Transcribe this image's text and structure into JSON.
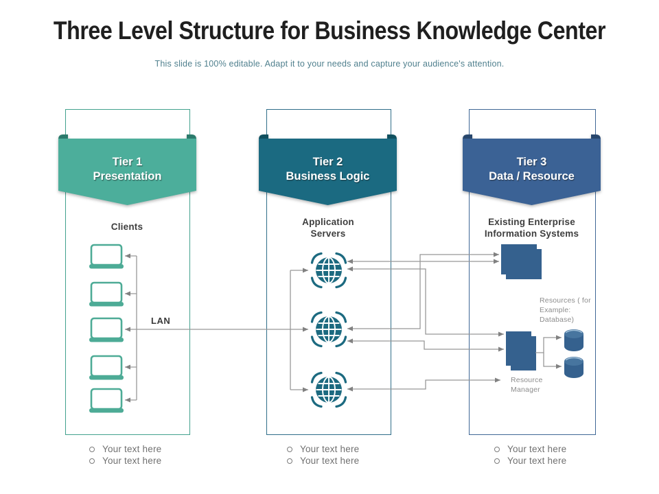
{
  "slide": {
    "title": "Three Level Structure for Business Knowledge Center",
    "subtitle": "This slide is 100% editable. Adapt it to your needs and capture your audience's attention."
  },
  "tiers": [
    {
      "id": "tier-1",
      "banner": {
        "line1": "Tier 1",
        "line2": "Presentation",
        "color": "#4cae9b",
        "fold_color": "#2b7a6b"
      },
      "box_border_color": "#41a18d",
      "header_line1": "Clients",
      "header_line2": "",
      "icon": "laptop-icon",
      "icon_count": 5,
      "icon_color": "#4dab96",
      "bullets": [
        "Your text here",
        "Your text here"
      ]
    },
    {
      "id": "tier-2",
      "banner": {
        "line1": "Tier 2",
        "line2": "Business Logic",
        "color": "#1b6a81",
        "fold_color": "#10505f"
      },
      "box_border_color": "#2e6d88",
      "header_line1": "Application",
      "header_line2": "Servers",
      "icon": "globe-network-icon",
      "icon_count": 3,
      "icon_color": "#1c6a80",
      "bullets": [
        "Your text here",
        "Your text here"
      ]
    },
    {
      "id": "tier-3",
      "banner": {
        "line1": "Tier 3",
        "line2": "Data / Resource",
        "color": "#3b6295",
        "fold_color": "#28476d"
      },
      "box_border_color": "#3e6795",
      "header_line1": "Existing Enterprise",
      "header_line2": "Information Systems",
      "icon": "server-stack-icon",
      "icon_color": "#35618e",
      "bullets": [
        "Your text here",
        "Your text here"
      ]
    }
  ],
  "annotations": {
    "lan": "LAN",
    "resources_note": [
      "Resources ( for",
      "Example:",
      "Database)"
    ],
    "resource_manager": [
      "Resource",
      "Manager"
    ]
  },
  "connector_color": "#979797",
  "arrowhead_color": "#818181"
}
